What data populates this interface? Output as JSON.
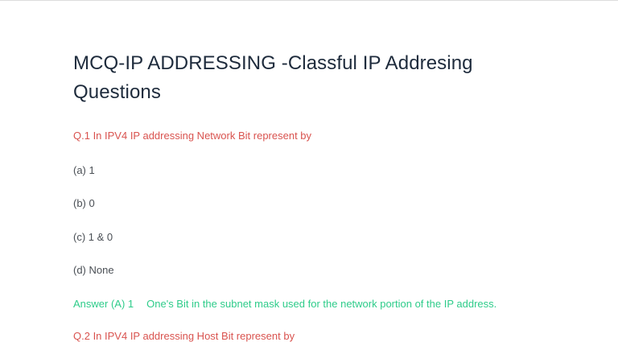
{
  "page": {
    "title": "MCQ-IP ADDRESSING -Classful IP Addresing Questions"
  },
  "questions": [
    {
      "text": "Q.1 In IPV4 IP addressing Network Bit represent by",
      "options": [
        {
          "label": "(a) 1"
        },
        {
          "label": "(b) 0"
        },
        {
          "label": "(c) 1 & 0"
        },
        {
          "label": "(d) None"
        }
      ],
      "answer": {
        "label": "Answer (A) 1",
        "explanation": "One's Bit in the subnet mask used for the network portion of the IP address."
      }
    },
    {
      "text": "Q.2 In IPV4 IP addressing Host Bit represent by"
    }
  ],
  "colors": {
    "heading": "#1e2b3c",
    "question": "#d9534f",
    "option": "#4a4f55",
    "answer": "#2ecc8a"
  }
}
